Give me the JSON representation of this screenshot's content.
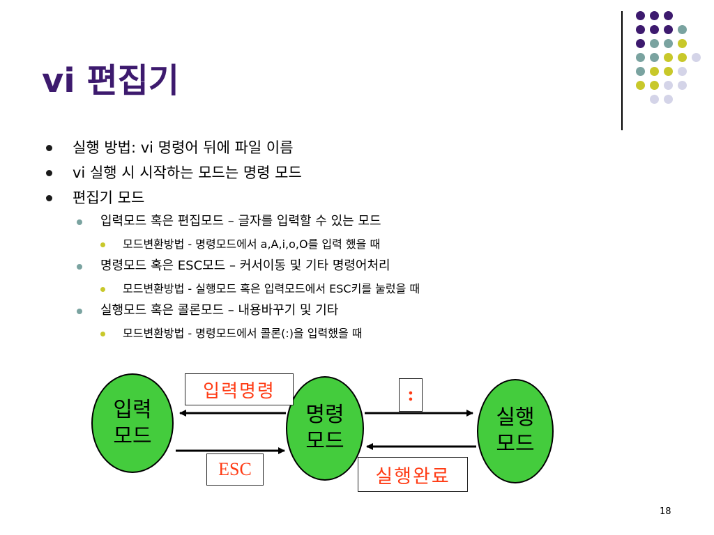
{
  "title": "vi 편집기",
  "bullets": [
    {
      "level": 1,
      "text": "실행 방법: vi 명령어 뒤에 파일 이름"
    },
    {
      "level": 1,
      "text": "vi 실행 시 시작하는 모드는 명령 모드"
    },
    {
      "level": 1,
      "text": "편집기 모드"
    },
    {
      "level": 2,
      "text": "입력모드 혹은 편집모드 – 글자를 입력할 수 있는 모드"
    },
    {
      "level": 3,
      "text": "모드변환방법 - 명령모드에서 a,A,i,o,O를 입력 했을 때"
    },
    {
      "level": 2,
      "text": "명령모드 혹은 ESC모드 – 커서이동 및 기타 명령어처리"
    },
    {
      "level": 3,
      "text": "모드변환방법 - 실행모드 혹은 입력모드에서 ESC키를 눌렀을 때"
    },
    {
      "level": 2,
      "text": "실행모드 혹은 콜론모드 – 내용바꾸기 및 기타"
    },
    {
      "level": 3,
      "text": "모드변환방법 - 명령모드에서 콜론(:)을 입력했을 때"
    }
  ],
  "diagram": {
    "nodes": {
      "input_mode": {
        "line1": "입력",
        "line2": "모드"
      },
      "command_mode": {
        "line1": "명령",
        "line2": "모드"
      },
      "exec_mode": {
        "line1": "실행",
        "line2": "모드"
      }
    },
    "edge_labels": {
      "input_command": "입력명령",
      "esc": "ESC",
      "colon": ":",
      "exec_done": "실행완료"
    }
  },
  "page_number": "18",
  "colors": {
    "title": "#3d1a6e",
    "node_fill": "#44cc3d",
    "label_text": "#ff3b14",
    "dot_purple": "#3d1a6e",
    "dot_teal": "#7aa3a0",
    "dot_yellow": "#c8c82a",
    "dot_lavender": "#d4d4e8"
  }
}
